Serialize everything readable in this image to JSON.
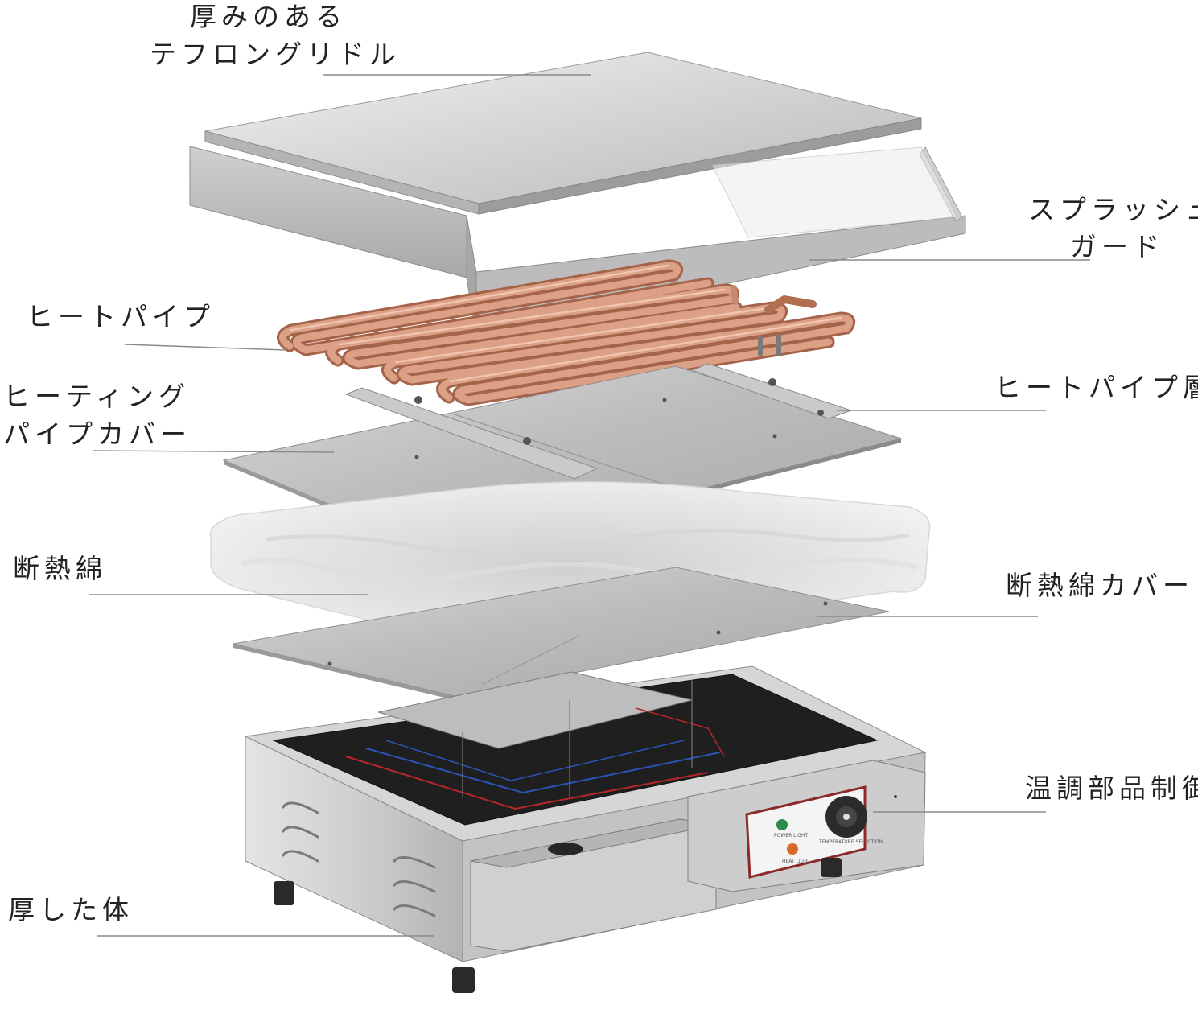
{
  "diagram": {
    "labels": {
      "griddle_line1": "厚みのある",
      "griddle_line2": "テフロングリドル",
      "splash_line1": "スプラッシュ",
      "splash_line2": "ガード",
      "heat_pipe": "ヒートパイプ",
      "heating_cover_line1": "ヒーティング",
      "heating_cover_line2": "パイプカバー",
      "heat_pipe_layer": "ヒートパイプ層",
      "insulation": "断熱綿",
      "insulation_cover": "断熱綿カバー",
      "thermostat": "温調部品制御",
      "body": "厚した体"
    },
    "panel_text": {
      "power_light": "POWER LIGHT",
      "heat_light": "HEAT LIGHT",
      "temp_selection": "TEMPERATURE SELECTION"
    },
    "colors": {
      "steel_light": "#e6e6e6",
      "steel_mid": "#c2c2c2",
      "steel_dark": "#8f8f8f",
      "copper": "#d59a7c",
      "copper_dark": "#a5634a",
      "cotton": "#e9e9e9",
      "interior": "#1f1f1f",
      "panel_red": "#8c2a2a",
      "led_green": "#2d8a4e",
      "led_orange": "#d76a2a"
    }
  }
}
